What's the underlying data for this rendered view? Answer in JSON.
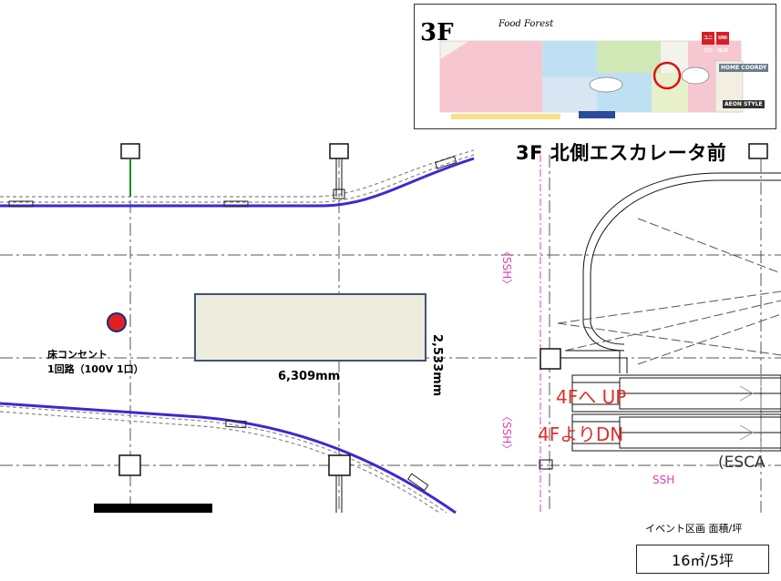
{
  "title": "3F 北側エスカレータ前",
  "booth": {
    "width_label": "6,309mm",
    "depth_label": "2,533mm",
    "fill": "#eeebdf",
    "stroke": "#3f5472"
  },
  "outlet": {
    "line1": "床コンセント",
    "line2": "1回路（100V  1口）",
    "color": "#e02020"
  },
  "escalators": {
    "up_label": "4Fへ UP",
    "down_label": "4FよりDN",
    "esca_label": "(ESCA",
    "label_color": "#e0302a"
  },
  "markers": {
    "ssh": "SSH",
    "ssh_vertical": "〈SSH〉",
    "color": "#e040b0"
  },
  "area": {
    "label": "イベント区画  面積/坪",
    "value": "16㎡/5坪"
  },
  "minimap": {
    "floor": "3F",
    "brand": "Food Forest",
    "uniqlo_1": "ユニクロ",
    "uniqlo_2": "UNI QLO",
    "home_coordy": "HOME COORDY",
    "aeon_style": "AEON STYLE",
    "highlight_color": "#e01010"
  },
  "colors": {
    "wall": "#3a2ad0",
    "column": "#111111",
    "grid": "#555555",
    "green_line": "#1a8a2a"
  }
}
